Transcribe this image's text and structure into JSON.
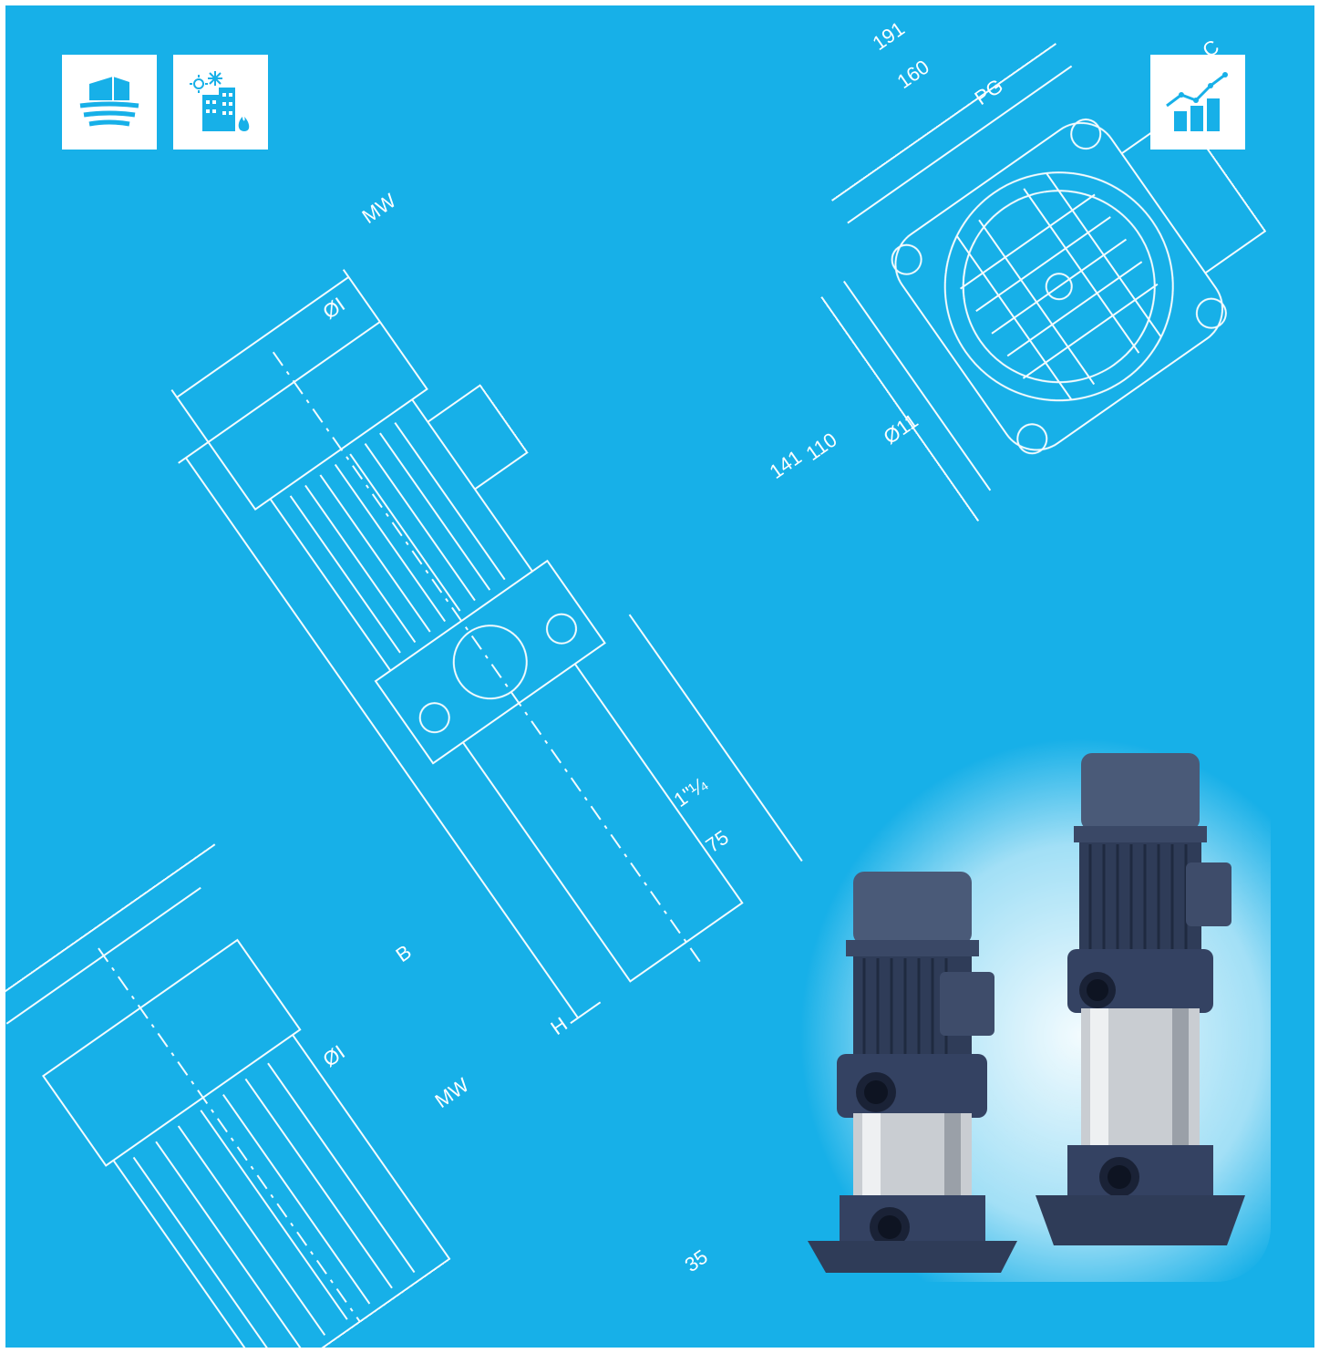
{
  "background": {
    "color": "#17b0e8",
    "style": "technical pump blueprint drawing, white line art"
  },
  "icons_left": [
    {
      "name": "water-supply-icon",
      "description": "house over water waves"
    },
    {
      "name": "hvac-building-icon",
      "description": "building with sun, snowflake and flame"
    }
  ],
  "icon_right": {
    "name": "performance-chart-icon",
    "description": "bar chart with rising trend line"
  },
  "dimension_labels": {
    "d191": "191",
    "d160": "160",
    "pg": "PG",
    "c": "C",
    "mw_top": "MW",
    "oi_top": "ØI",
    "d11": "Ø11",
    "d110": "110",
    "d141": "141",
    "d1_1_4": "1\"¼",
    "d75": "75",
    "b": "B",
    "h": "H",
    "d35": "35",
    "oi_bottom": "ØI",
    "mw_bottom": "MW"
  },
  "colors": {
    "blueprint": "#17b0e8",
    "line": "#ffffff",
    "pump_body": "#3a4a6a",
    "pump_steel": "#c8ccd0"
  }
}
